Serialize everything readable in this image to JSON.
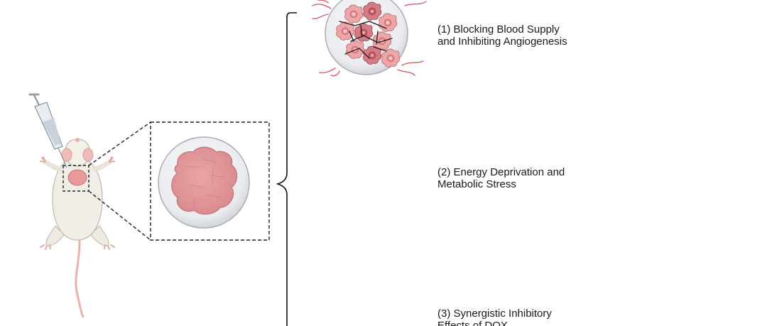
{
  "steps": [
    {
      "line1": "(1) Blocking Blood Supply",
      "line2": "and Inhibiting Angiogenesis"
    },
    {
      "line1": "(2) Energy Deprivation and",
      "line2": "Metabolic Stress"
    },
    {
      "line1": "(3) Synergistic Inhibitory",
      "line2": "Effects of DOX"
    }
  ],
  "colors": {
    "tumor": "#e69a9a",
    "tumor_dark": "#b8505e",
    "dish_rim": "#b9bcc2",
    "dish_fill": "#eeeff2",
    "vessel": "#d0606a",
    "mouse_body": "#f0ede6",
    "mouse_pink": "#f2b8b4",
    "green_dot": "#72a882",
    "yellow_dot": "#e0cd84",
    "purple_dot": "#8a5a9a"
  },
  "icons": [
    "syringe-icon",
    "mouse-icon",
    "tumor-dish-icon",
    "arrow-right-icon"
  ]
}
